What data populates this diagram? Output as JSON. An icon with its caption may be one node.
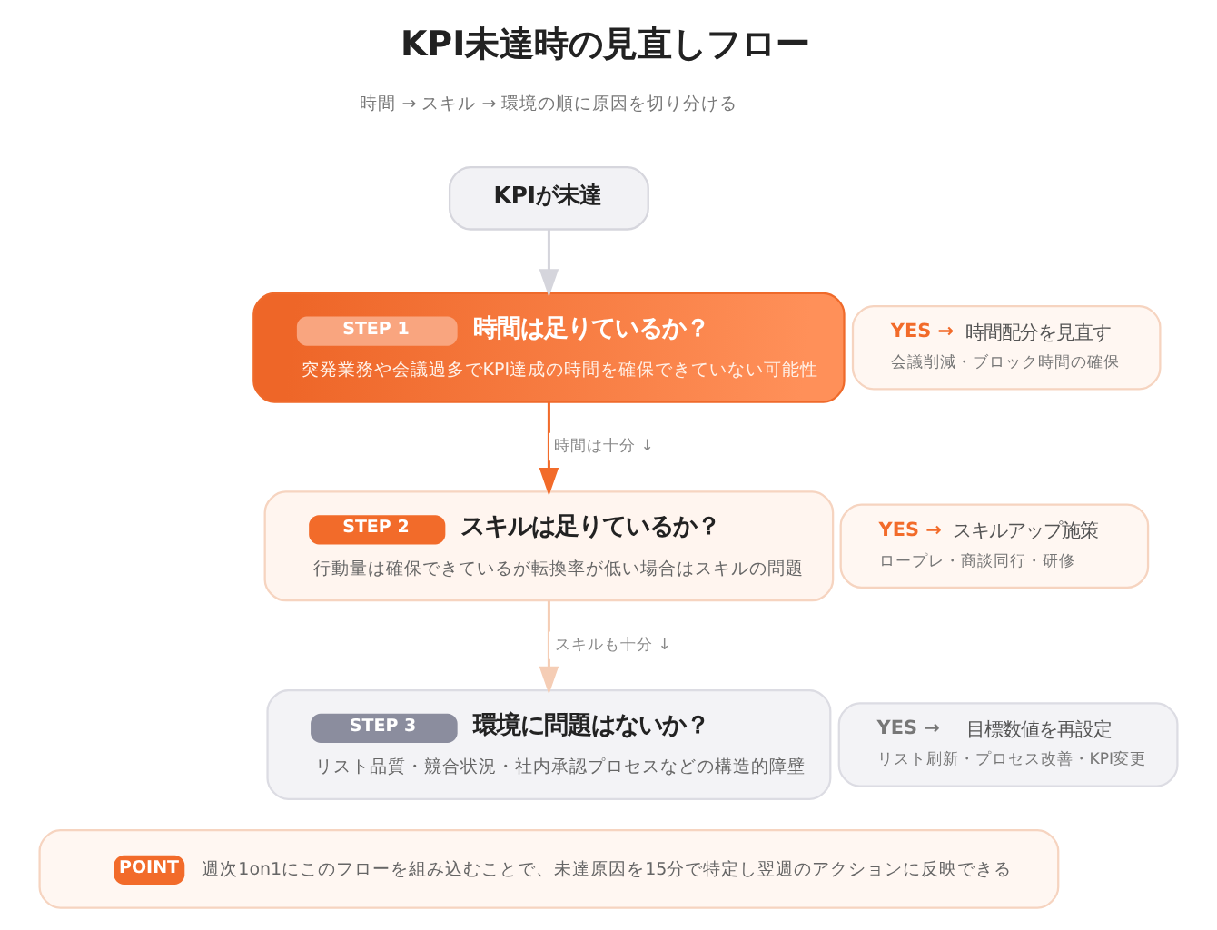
{
  "diagram": {
    "title": "KPI未達時の見直しフロー",
    "nodes": [
      {
        "text": [
          "KPIが未達"
        ]
      },
      {
        "text": [
          "STEP 1",
          "時間は足りているか？",
          "突発業務や会議過多でKPI達成の時間を確保できていない可能性"
        ]
      },
      {
        "text": [
          "YES →",
          "時間配分を見直す",
          "会議削減・ブロック時間の確保"
        ]
      },
      {
        "text": [
          "STEP 2",
          "スキルは足りているか？",
          "行動量は確保できているが転換率が低い場合はスキルの問題"
        ]
      },
      {
        "text": [
          "YES →",
          "スキルアップ施策",
          "ロープレ・商談同行・研修"
        ]
      },
      {
        "text": [
          "STEP 3",
          "環境に問題はないか？",
          "リスト品質・競合状況・社内承認プロセスなどの構造的障壁"
        ]
      },
      {
        "text": [
          "YES →",
          "目標数値を再設定",
          "リスト刷新・プロセス改善・KPI変更"
        ]
      },
      {
        "text": [
          "POINT",
          "週次1on1にこのフローを組み込むことで、未達原因を15分で特定し翌週のアクションに反映できる"
        ]
      }
    ],
    "edges": [
      {
        "from": 0,
        "to": 1,
        "arrow": "to",
        "color": "#d5d5dc"
      },
      {
        "from": 1,
        "to": 3,
        "arrow": "to",
        "label": "時間は十分 ↓",
        "color": "#f26b2a"
      },
      {
        "from": 3,
        "to": 5,
        "arrow": "to",
        "label": "スキルも十分 ↓",
        "color": "#f5cdb5"
      }
    ],
    "labels": [
      "時間 → スキル → 環境の順に原因を切り分ける"
    ]
  }
}
